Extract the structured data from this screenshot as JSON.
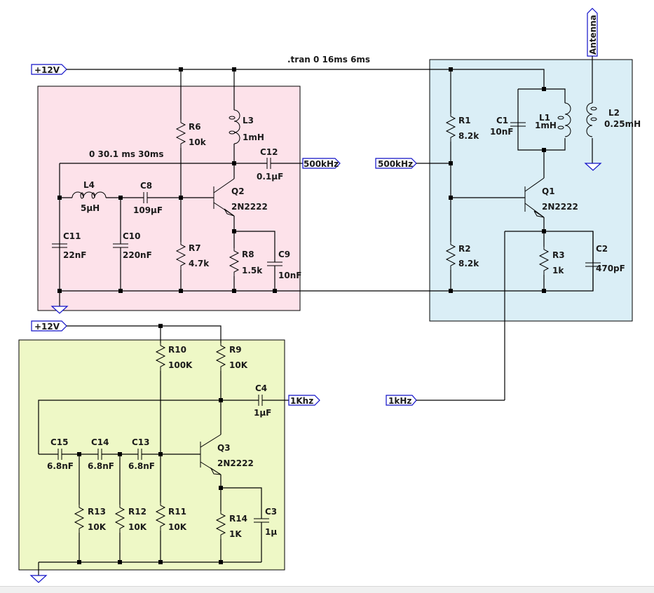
{
  "directives": {
    "tran": ".tran 0 16ms 6ms",
    "pulse": "0 30.1 ms  30ms"
  },
  "colors": {
    "block_pink": "#fde2ea",
    "block_blue": "#daeef6",
    "block_green": "#eef8c6",
    "flag_border": "#1010c8",
    "wire": "#000000"
  },
  "net_labels": {
    "vcc_top": "+12V",
    "vcc_bottom": "+12V",
    "osc500k_out": "500kHz",
    "mixer_500k_in": "500kHz",
    "osc1k_out": "1Khz",
    "mixer_1k_in": "1kHz",
    "antenna": "Antenna"
  },
  "components": {
    "R6": {
      "ref": "R6",
      "value": "10k"
    },
    "R7": {
      "ref": "R7",
      "value": "4.7k"
    },
    "R8": {
      "ref": "R8",
      "value": "1.5k"
    },
    "L3": {
      "ref": "L3",
      "value": "1mH"
    },
    "L4": {
      "ref": "L4",
      "value": "5µH"
    },
    "C8": {
      "ref": "C8",
      "value": "109µF"
    },
    "C9": {
      "ref": "C9",
      "value": "10nF"
    },
    "C10": {
      "ref": "C10",
      "value": "220nF"
    },
    "C11": {
      "ref": "C11",
      "value": "22nF"
    },
    "C12": {
      "ref": "C12",
      "value": "0.1µF"
    },
    "Q2": {
      "ref": "Q2",
      "value": "2N2222"
    },
    "R1": {
      "ref": "R1",
      "value": "8.2k"
    },
    "R2": {
      "ref": "R2",
      "value": "8.2k"
    },
    "R3": {
      "ref": "R3",
      "value": "1k"
    },
    "C1": {
      "ref": "C1",
      "value": "10nF"
    },
    "C2": {
      "ref": "C2",
      "value": "470pF"
    },
    "L1": {
      "ref": "L1",
      "value": "1mH"
    },
    "L2": {
      "ref": "L2",
      "value": "0.25mH"
    },
    "Q1": {
      "ref": "Q1",
      "value": "2N2222"
    },
    "R9": {
      "ref": "R9",
      "value": "10K"
    },
    "R10": {
      "ref": "R10",
      "value": "100K"
    },
    "R11": {
      "ref": "R11",
      "value": "10K"
    },
    "R12": {
      "ref": "R12",
      "value": "10K"
    },
    "R13": {
      "ref": "R13",
      "value": "10K"
    },
    "R14": {
      "ref": "R14",
      "value": "1K"
    },
    "C3": {
      "ref": "C3",
      "value": "1µ"
    },
    "C4": {
      "ref": "C4",
      "value": "1µF"
    },
    "C13": {
      "ref": "C13",
      "value": "6.8nF"
    },
    "C14": {
      "ref": "C14",
      "value": "6.8nF"
    },
    "C15": {
      "ref": "C15",
      "value": "6.8nF"
    },
    "Q3": {
      "ref": "Q3",
      "value": "2N2222"
    }
  }
}
